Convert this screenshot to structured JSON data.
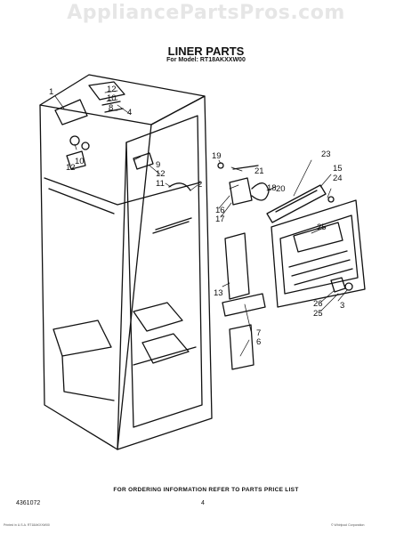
{
  "watermark": "AppliancePartsPros.com",
  "title": "LINER PARTS",
  "model_line": "For Model: RT18AKXXW00",
  "footer_note": "FOR ORDERING INFORMATION REFER TO PARTS PRICE LIST",
  "document_number": "4361072",
  "page_number": "4",
  "fine_print_left": "Printed in U.S.A. RT18AKXXW00",
  "fine_print_right": "© Whirlpool Corporation",
  "callouts": {
    "c1": "1",
    "c12a": "12",
    "c10a": "10",
    "c8": "8",
    "c4": "4",
    "c9": "9",
    "c12b": "12",
    "c11": "11",
    "c2": "2",
    "c12c": "12",
    "c10b": "10",
    "c19": "19",
    "c21": "21",
    "c18": "18",
    "c16": "16",
    "c17": "17",
    "c20": "20",
    "c23": "23",
    "c15": "15",
    "c24": "24",
    "c25a": "25",
    "c13": "13",
    "c26": "26",
    "c25b": "25",
    "c3": "3",
    "c7": "7",
    "c6": "6"
  }
}
